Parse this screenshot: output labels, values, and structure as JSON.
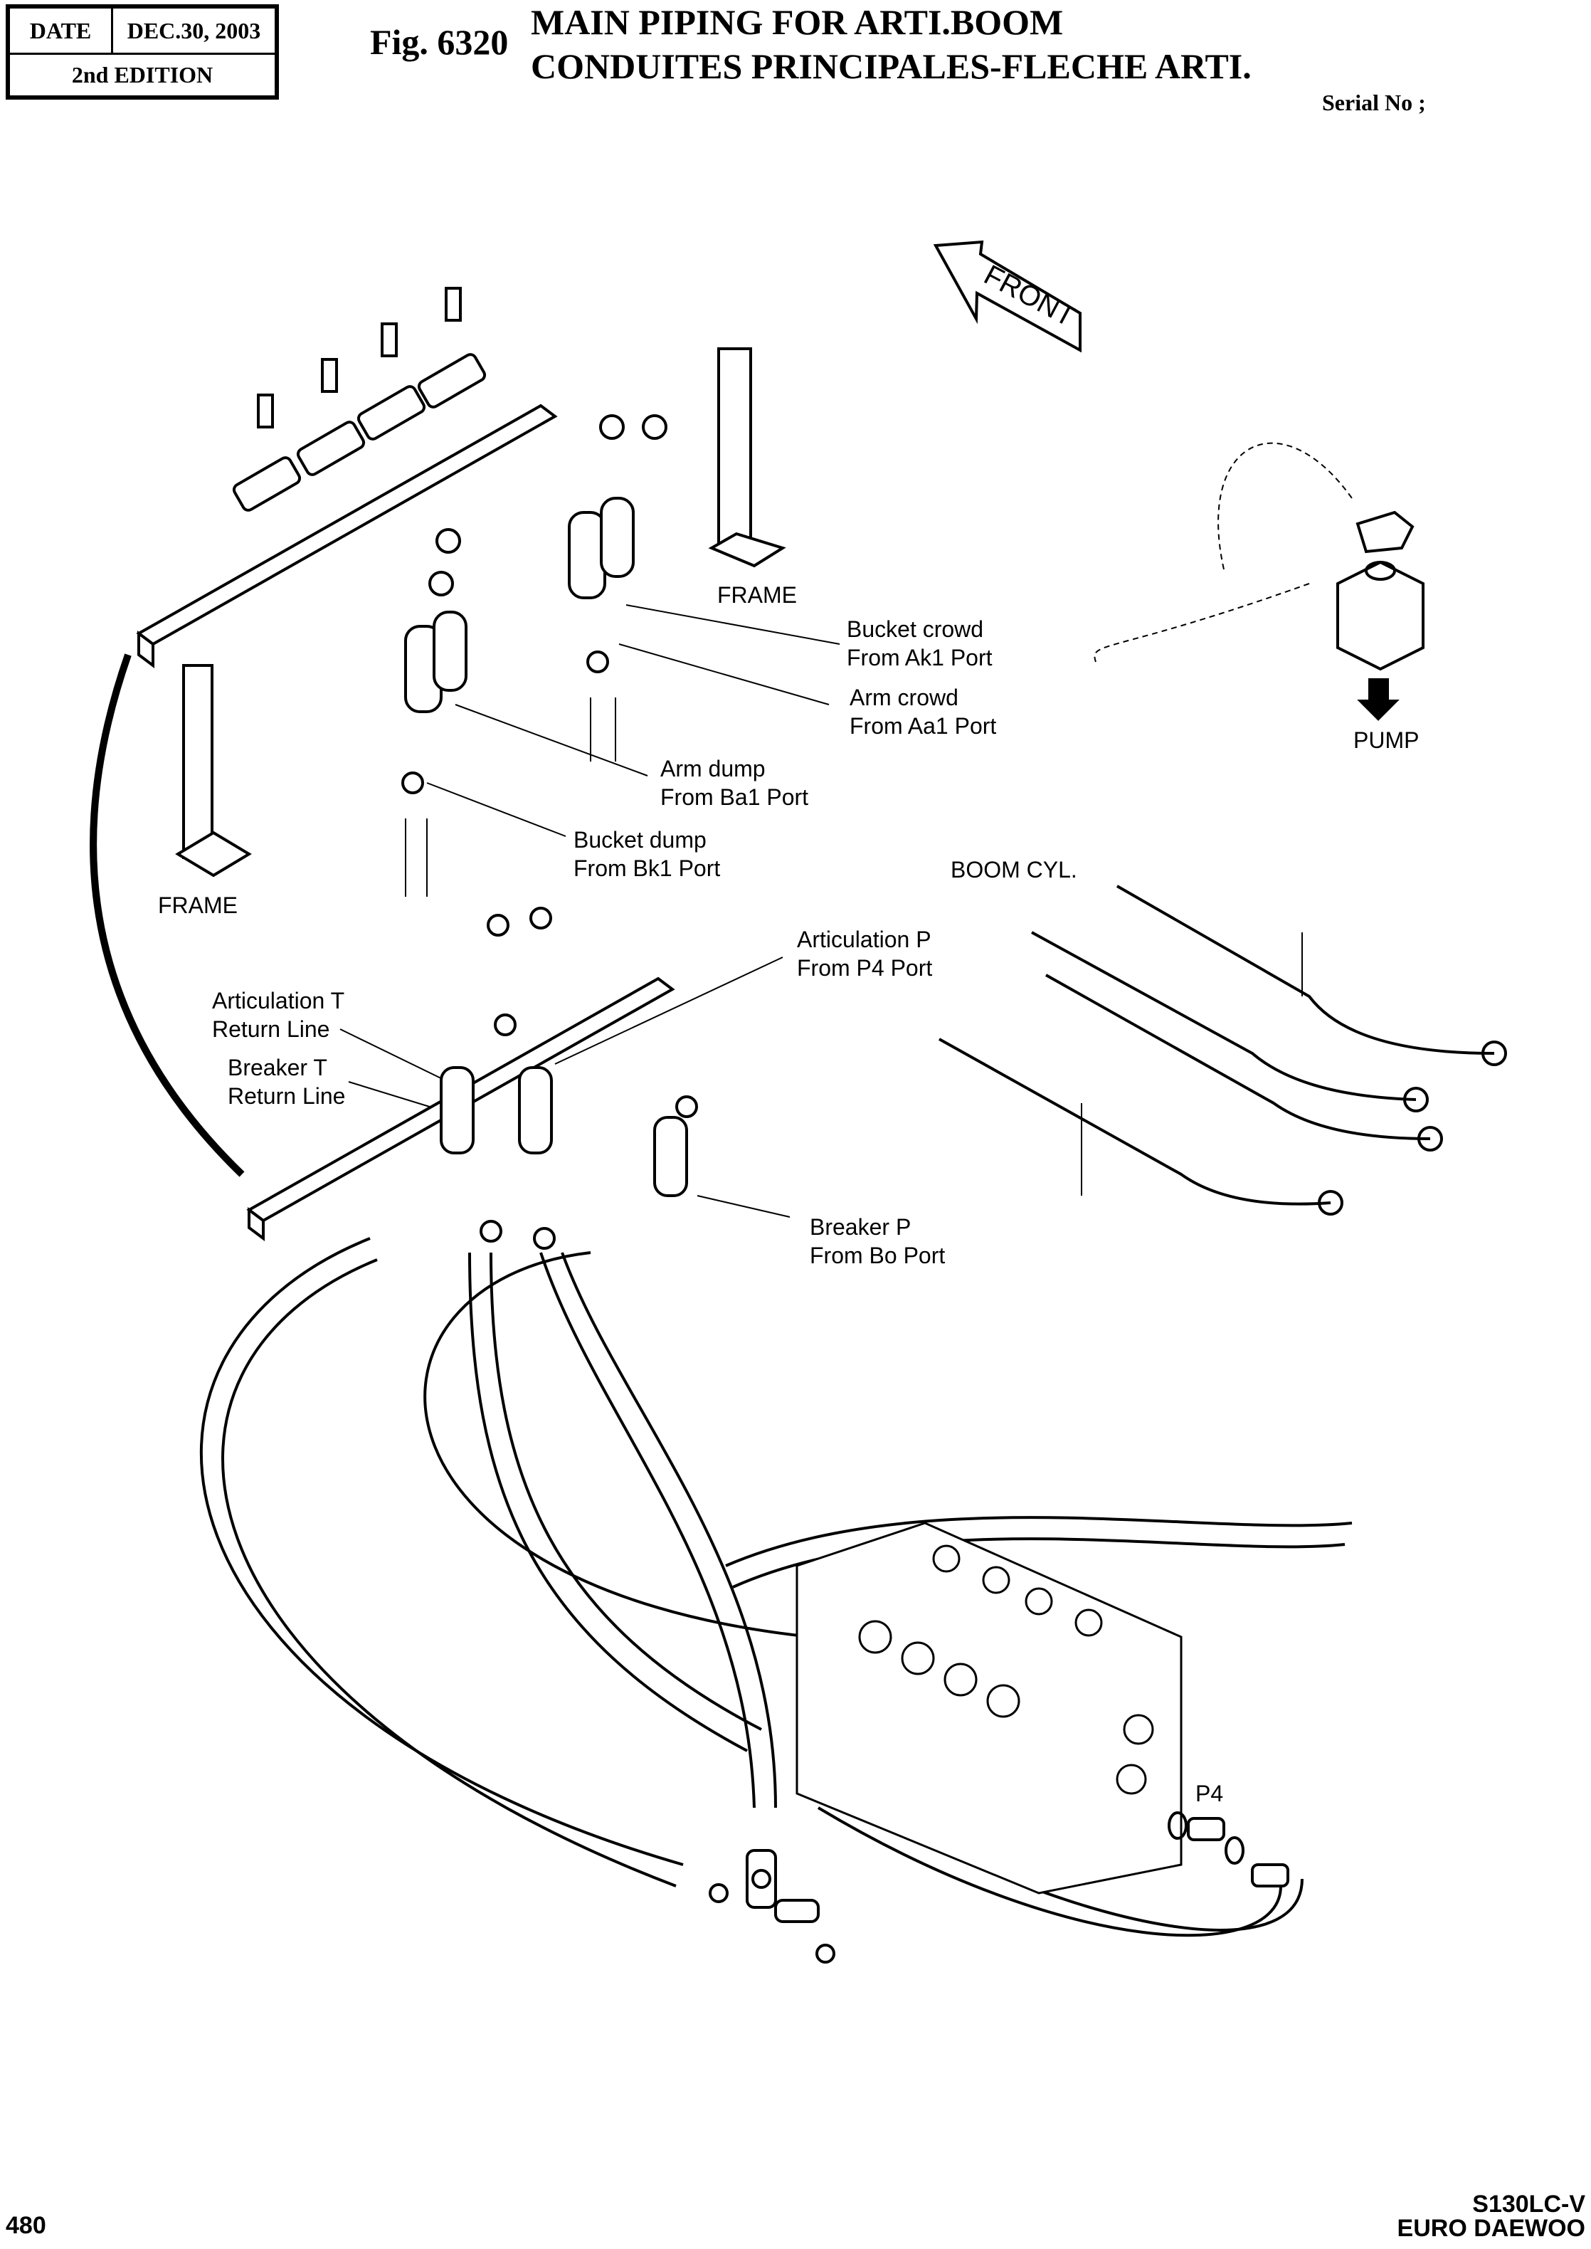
{
  "header": {
    "date_label": "DATE",
    "date_value": "DEC.30, 2003",
    "edition": "2nd  EDITION",
    "figure_number": "Fig. 6320",
    "title_en": "MAIN PIPING FOR ARTI.BOOM",
    "title_fr": "CONDUITES PRINCIPALES-FLECHE ARTI.",
    "serial_label": "Serial No ;"
  },
  "diagram": {
    "front_arrow": "FRONT",
    "frame_upper": "FRAME",
    "frame_lower": "FRAME",
    "pump": "PUMP",
    "boom_cyl": "BOOM CYL.",
    "p4": "P4",
    "callouts": {
      "bucket_crowd": [
        "Bucket crowd",
        "From Ak1 Port"
      ],
      "arm_crowd": [
        "Arm crowd",
        "From Aa1 Port"
      ],
      "arm_dump": [
        "Arm dump",
        "From Ba1 Port"
      ],
      "bucket_dump": [
        "Bucket dump",
        "From Bk1 Port"
      ],
      "articulation_p": [
        "Articulation P",
        "From P4 Port"
      ],
      "articulation_t": [
        "Articulation T",
        "Return Line"
      ],
      "breaker_t": [
        "Breaker T",
        "Return Line"
      ],
      "breaker_p": [
        "Breaker P",
        "From Bo Port"
      ]
    }
  },
  "footer": {
    "page_number": "480",
    "model": "S130LC-V",
    "brand": "EURO DAEWOO"
  }
}
